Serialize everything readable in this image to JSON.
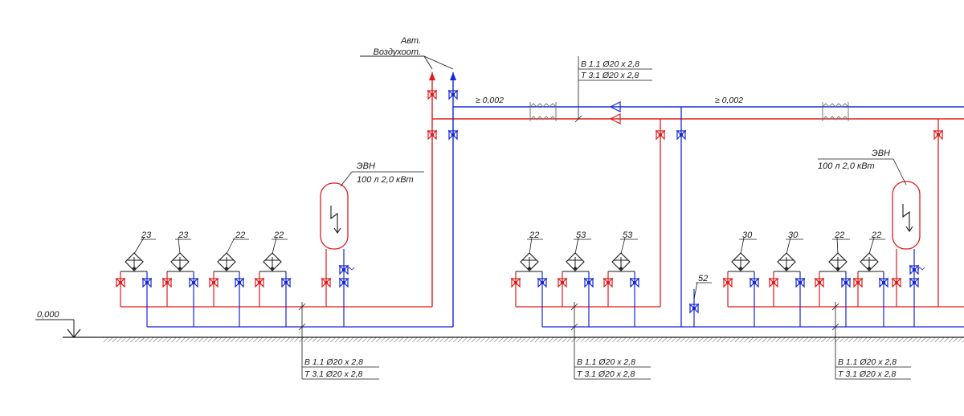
{
  "diagram": {
    "level_mark": "0,000",
    "air_vent_label_line1": "Авт.",
    "air_vent_label_line2": "Воздухоот.",
    "slope_left": "≥ 0,002",
    "slope_right": "≥ 0,002",
    "pipe_spec_top": {
      "line1": "В 1.1 Ø20 х 2,8",
      "line2": "Т 3.1 Ø20 х 2,8"
    },
    "pipe_spec_bottom": [
      {
        "line1": "В 1.1 Ø20 х 2,8",
        "line2": "Т 3.1 Ø20 х 2,8"
      },
      {
        "line1": "В 1.1 Ø20 х 2,8",
        "line2": "Т 3.1 Ø20 х 2,8"
      },
      {
        "line1": "В 1.1 Ø20 х 2,8",
        "line2": "Т 3.1 Ø20 х 2,8"
      }
    ],
    "heaters": [
      {
        "title": "ЭВН",
        "spec": "100 л  2,0  кВт"
      },
      {
        "title": "ЭВН",
        "spec": "100 л  2,0  кВт"
      }
    ],
    "group1_fixtures": [
      "23",
      "23",
      "22",
      "22"
    ],
    "group2_fixtures": [
      "22",
      "53",
      "53"
    ],
    "group3_fixtures": [
      "30",
      "30",
      "22",
      "22"
    ],
    "valve_label": "52",
    "colors": {
      "hot": "#e01b1b",
      "cold": "#1626d6",
      "line": "#1a1a1a"
    }
  }
}
